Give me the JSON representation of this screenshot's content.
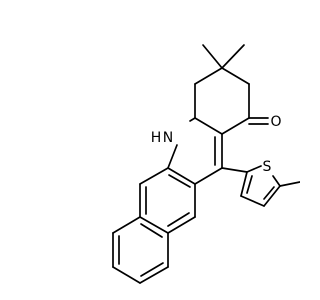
{
  "molecule": {
    "atoms": {
      "nh": "N",
      "nh_h": "H",
      "carbonyl_o": "O",
      "thiophene_s": "S"
    }
  }
}
